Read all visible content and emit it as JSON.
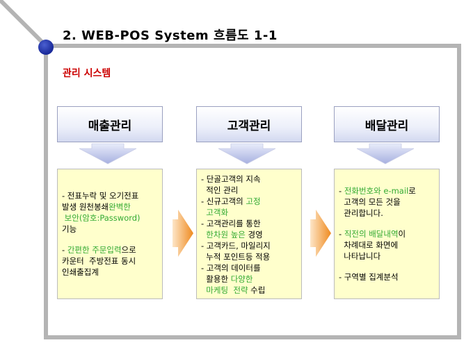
{
  "page": {
    "title": "2. WEB-POS System 흐름도 1-1",
    "subtitle": "관리 시스템"
  },
  "columns": [
    {
      "header": "매출관리",
      "lines": [
        [
          {
            "t": "- 전표누락 및 오기전표"
          }
        ],
        [
          {
            "t": "발생 원천봉쇄"
          },
          {
            "t": "완벽한",
            "hl": true
          }
        ],
        [
          {
            "t": " 보안(암호:Password)",
            "hl": true
          }
        ],
        [
          {
            "t": "기능"
          }
        ],
        [
          {
            "t": "",
            "gap": true
          }
        ],
        [
          {
            "t": "- "
          },
          {
            "t": "간편한 주문입력",
            "hl": true
          },
          {
            "t": "으로"
          }
        ],
        [
          {
            "t": "카운터  주방전표 동시"
          }
        ],
        [
          {
            "t": "인쇄출집계"
          }
        ]
      ]
    },
    {
      "header": "고객관리",
      "lines": [
        [
          {
            "t": "- 단골고객의 지속"
          }
        ],
        [
          {
            "t": "  적인 관리"
          }
        ],
        [
          {
            "t": "- 신규고객의 "
          },
          {
            "t": "고정",
            "hl": true
          }
        ],
        [
          {
            "t": "  고객화",
            "hl": true
          }
        ],
        [
          {
            "t": "- 고객관리를 통한"
          }
        ],
        [
          {
            "t": "  한차원 높은",
            "hl": true
          },
          {
            "t": " 경영"
          }
        ],
        [
          {
            "t": "- 고객카드, 마일리지"
          }
        ],
        [
          {
            "t": "  누적 포인트등 적용"
          }
        ],
        [
          {
            "t": "- 고객의 데이터를"
          }
        ],
        [
          {
            "t": "  활용한 "
          },
          {
            "t": "다양한",
            "hl": true
          }
        ],
        [
          {
            "t": "  마케팅  전략",
            "hl": true
          },
          {
            "t": " 수립"
          }
        ]
      ]
    },
    {
      "header": "배달관리",
      "lines": [
        [
          {
            "t": "- "
          },
          {
            "t": "전화번호와 e-mail",
            "hl": true
          },
          {
            "t": "로"
          }
        ],
        [
          {
            "t": "  고객의 모든 것을"
          }
        ],
        [
          {
            "t": "  관리합니다."
          }
        ],
        [
          {
            "t": "",
            "gap": true
          }
        ],
        [
          {
            "t": "- "
          },
          {
            "t": "직전의 배달내역",
            "hl": true
          },
          {
            "t": "이"
          }
        ],
        [
          {
            "t": "  차례대로 화면에"
          }
        ],
        [
          {
            "t": "  나타납니다"
          }
        ],
        [
          {
            "t": "",
            "gap": true
          }
        ],
        [
          {
            "t": "- 구역별 집계분석"
          }
        ]
      ]
    }
  ],
  "colors": {
    "frame": "#b4b4b4",
    "accent_dot": "#2233aa",
    "subtitle": "#cc0000",
    "highlight_text": "#33aa33",
    "panel_bg": "#ffffcc",
    "down_arrow": "#b8c0e8",
    "right_arrow": "#f0a040"
  }
}
